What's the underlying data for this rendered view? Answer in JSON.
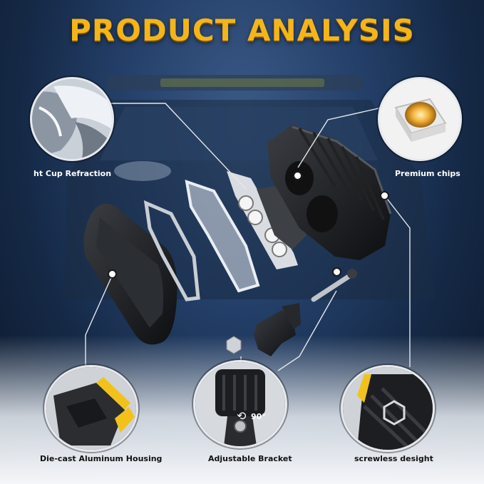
{
  "headline": "PRODUCT ANALYSIS",
  "features": [
    {
      "label": "ht Cup Refraction"
    },
    {
      "label": "Premium chips"
    },
    {
      "label": "Die-cast Aluminum Housing"
    },
    {
      "label": "Adjustable Bracket"
    },
    {
      "label": "screwless desight"
    }
  ],
  "bracket_angle": "90°",
  "colors": {
    "headline": "#f4b51a",
    "accent": "#f2c21a",
    "background": "#1c3354"
  }
}
